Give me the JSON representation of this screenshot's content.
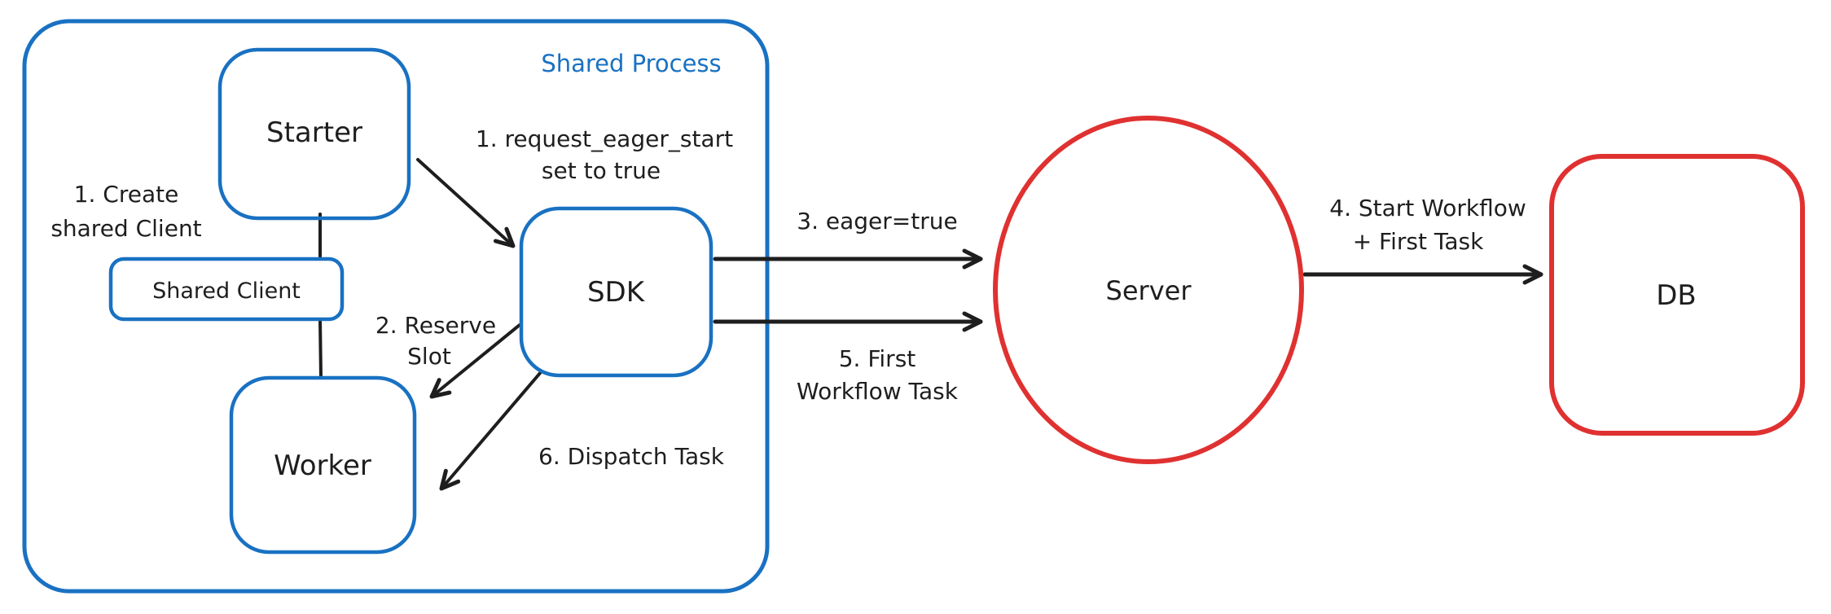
{
  "diagram": {
    "container": {
      "label": "Shared Process"
    },
    "nodes": {
      "starter": {
        "label": "Starter"
      },
      "shared_client": {
        "label": "Shared Client"
      },
      "worker": {
        "label": "Worker"
      },
      "sdk": {
        "label": "SDK"
      },
      "server": {
        "label": "Server"
      },
      "db": {
        "label": "DB"
      }
    },
    "annotations": {
      "create_shared_client": {
        "line1": "1. Create",
        "line2": "shared Client"
      },
      "request_eager_start": {
        "line1": "1. request_eager_start",
        "line2": "set to true"
      },
      "reserve_slot": {
        "line1": "2. Reserve",
        "line2": "Slot"
      },
      "eager_true": {
        "line1": "3. eager=true"
      },
      "start_workflow": {
        "line1": "4. Start Workflow",
        "line2": "+ First Task"
      },
      "first_workflow_task": {
        "line1": "5. First",
        "line2": "Workflow Task"
      },
      "dispatch_task": {
        "line1": "6. Dispatch Task"
      }
    },
    "colors": {
      "blue_stroke": "#1971c2",
      "blue_fill": "#a5d8ff",
      "red_stroke": "#e03131",
      "red_fill": "#ffc9c9",
      "ink": "#1e1e1e",
      "canvas": "#ffffff"
    }
  }
}
